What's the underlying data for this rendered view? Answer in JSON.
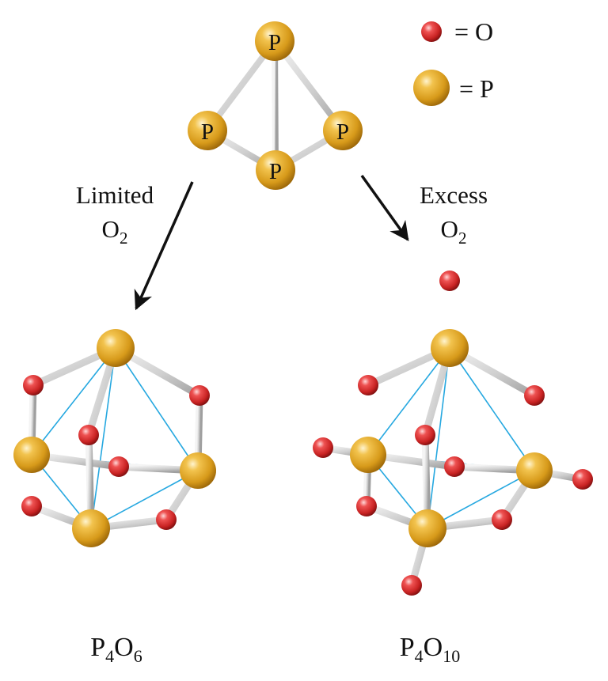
{
  "legend": {
    "oxygen": {
      "symbol": "O",
      "label": "= O",
      "color": "#d42a2a"
    },
    "phosphorus": {
      "symbol": "P",
      "label": "= P",
      "color": "#d79a1a"
    }
  },
  "reactant": {
    "atom_labels": [
      "P",
      "P",
      "P",
      "P"
    ]
  },
  "arrows": {
    "left": {
      "line1": "Limited",
      "line2_base": "O",
      "line2_sub": "2"
    },
    "right": {
      "line1": "Excess",
      "line2_base": "O",
      "line2_sub": "2"
    }
  },
  "products": {
    "left": {
      "parts": [
        [
          "P",
          ""
        ],
        [
          "4",
          "sub"
        ],
        [
          "O",
          ""
        ],
        [
          "6",
          "sub"
        ]
      ]
    },
    "right": {
      "parts": [
        [
          "P",
          ""
        ],
        [
          "4",
          "sub"
        ],
        [
          "O",
          ""
        ],
        [
          "10",
          "sub"
        ]
      ]
    }
  },
  "colors": {
    "bond_light": "#f2f2f2",
    "bond_dark": "#a7a7a7",
    "tetra_edge": "#26a8e0",
    "arrow": "#111111"
  }
}
